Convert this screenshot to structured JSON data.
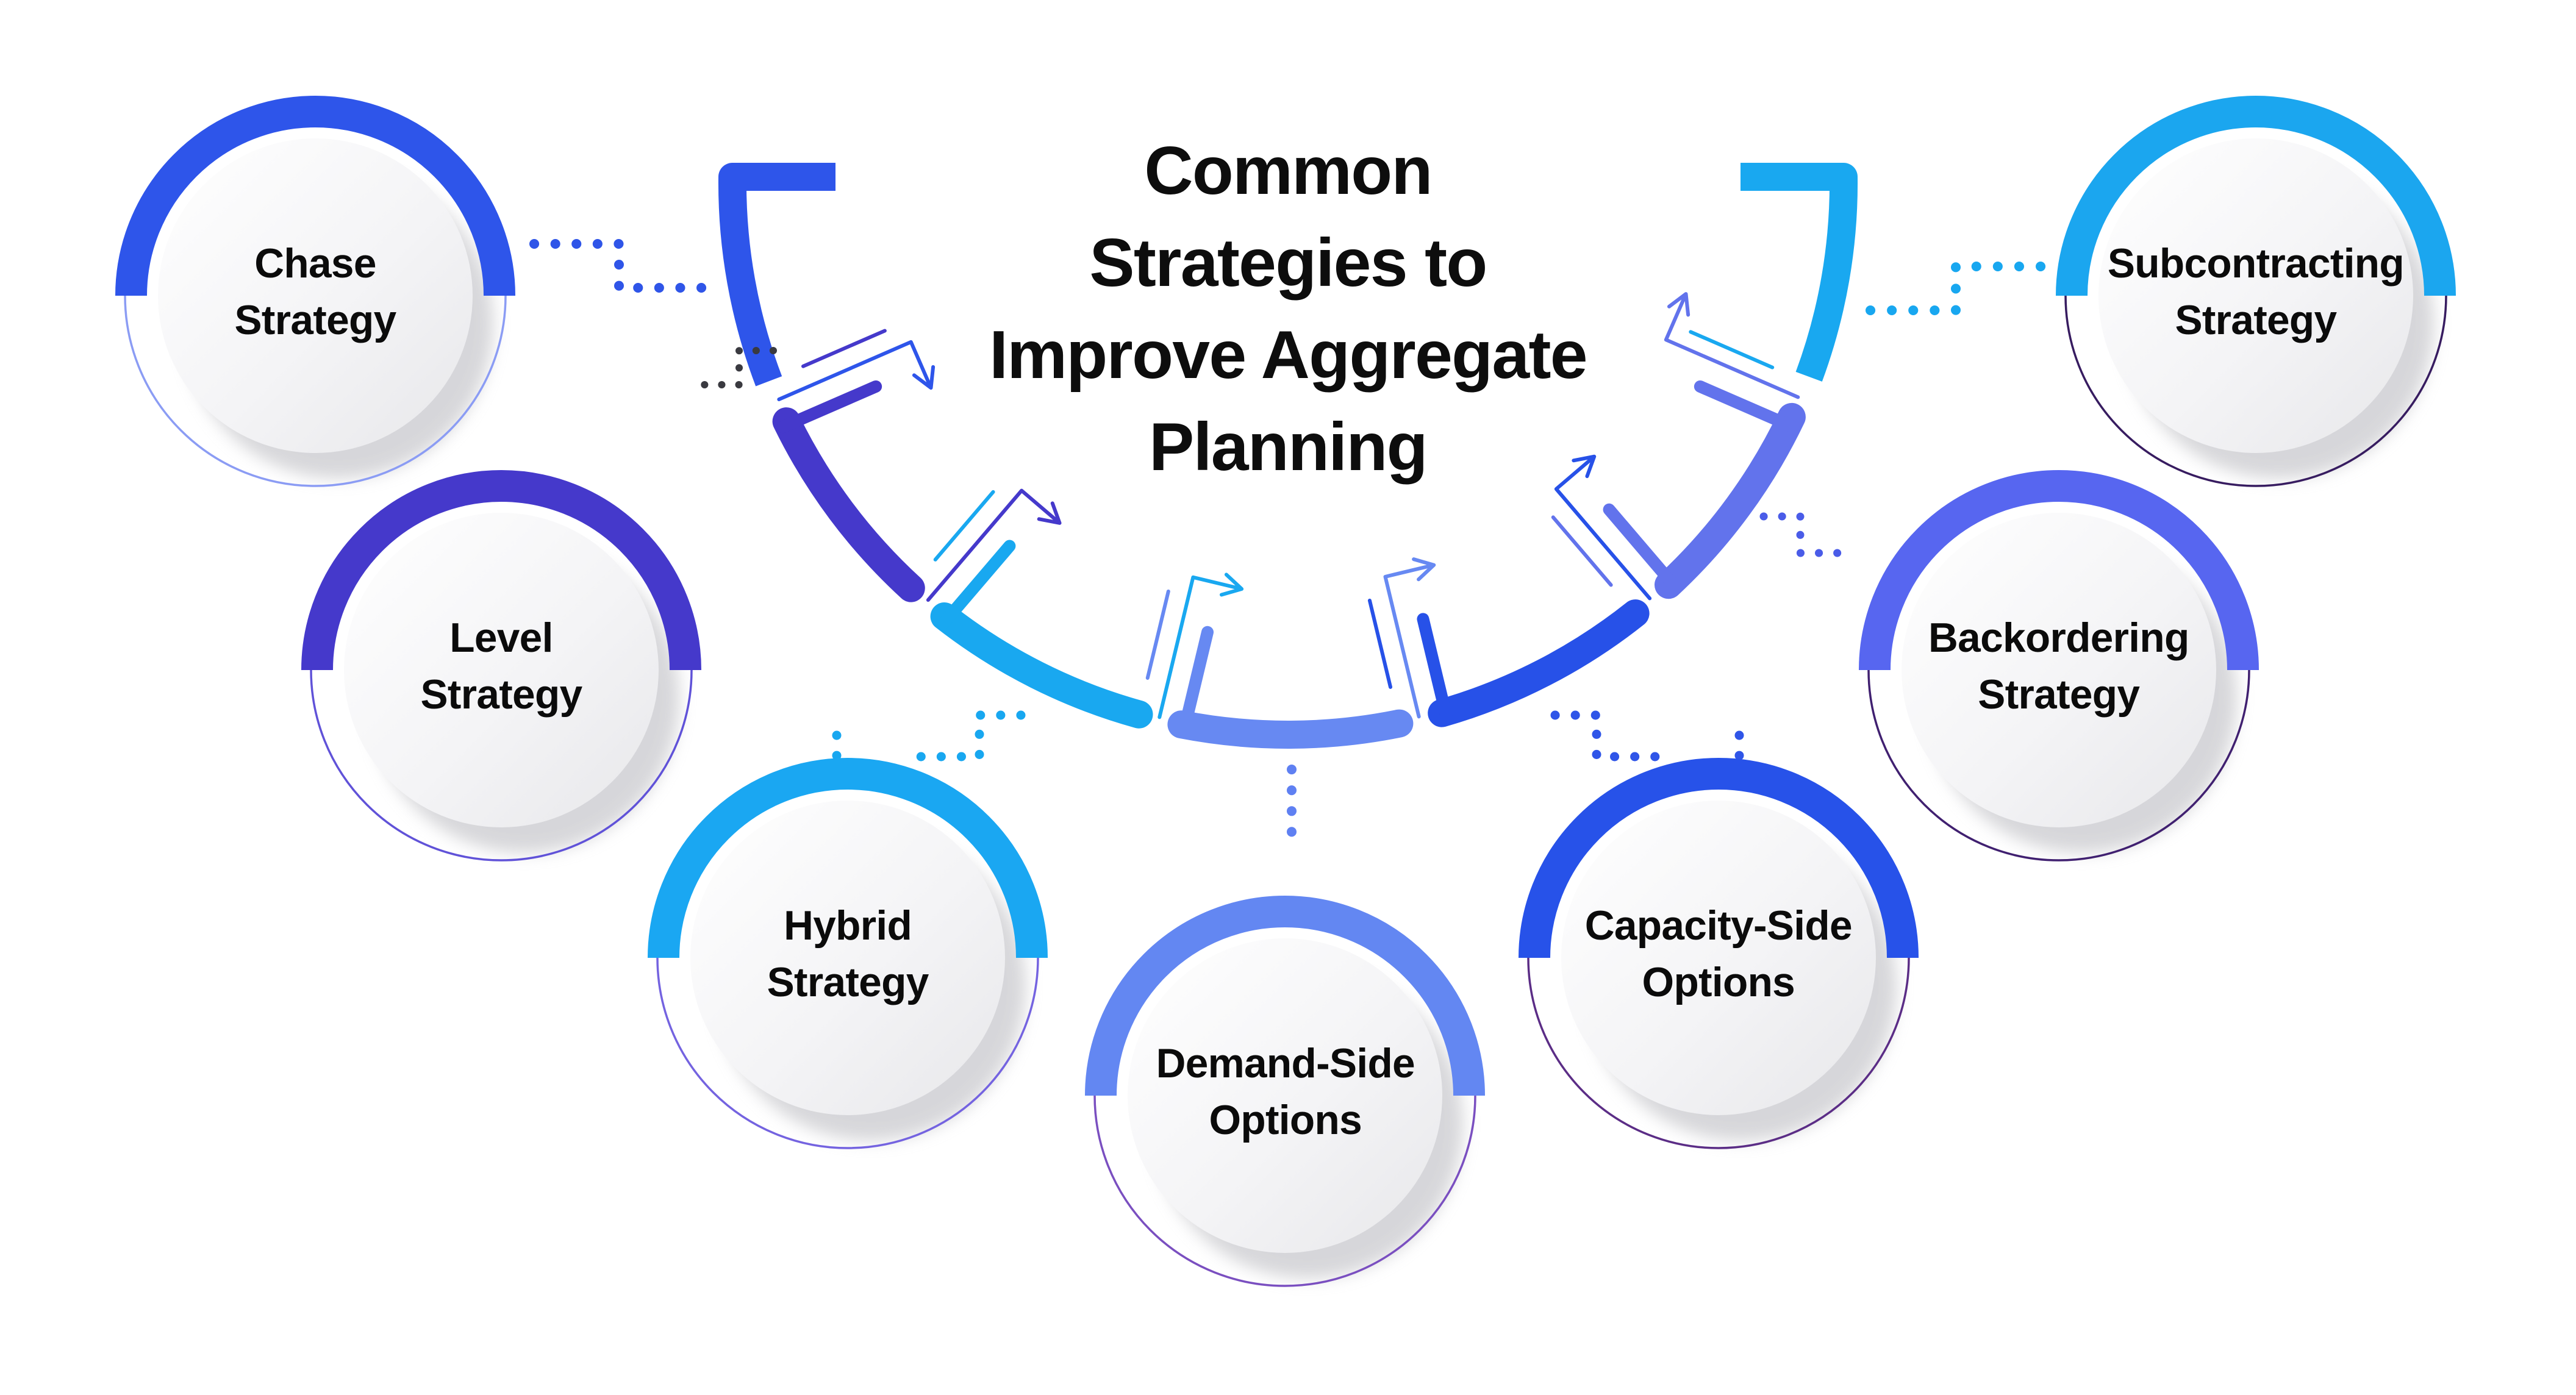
{
  "title": {
    "lines": [
      "Common",
      "Strategies to",
      "Improve Aggregate",
      "Planning"
    ]
  },
  "nodes": [
    {
      "id": "chase-strategy",
      "line1": "Chase",
      "line2": "Strategy",
      "arc_color": "#2E55EA",
      "ring_color": "#8B9CF4",
      "dot_color": "#2F55E8"
    },
    {
      "id": "level-strategy",
      "line1": "Level",
      "line2": "Strategy",
      "arc_color": "#4539CB",
      "ring_color": "#6052D8",
      "dot_color": "#3A3A40"
    },
    {
      "id": "hybrid-strategy",
      "line1": "Hybrid",
      "line2": "Strategy",
      "arc_color": "#1AA7F2",
      "ring_color": "#7463E0",
      "dot_color": "#18A7F0"
    },
    {
      "id": "demand-side-options",
      "line1": "Demand-Side",
      "line2": "Options",
      "arc_color": "#6387F2",
      "ring_color": "#7A4FC0",
      "dot_color": "#5F80F2"
    },
    {
      "id": "capacity-side-options",
      "line1": "Capacity-Side",
      "line2": "Options",
      "arc_color": "#2752E9",
      "ring_color": "#5B2D86",
      "dot_color": "#2F55E8"
    },
    {
      "id": "backordering-strategy",
      "line1": "Backordering",
      "line2": "Strategy",
      "arc_color": "#5766F0",
      "ring_color": "#402070",
      "dot_color": "#4A5CE8"
    },
    {
      "id": "subcontracting-strategy",
      "line1": "Subcontracting",
      "line2": "Strategy",
      "arc_color": "#1BA6EF",
      "ring_color": "#371C60",
      "dot_color": "#18A7F0"
    }
  ],
  "arc": {
    "segments": [
      {
        "color": "#2E55EA"
      },
      {
        "color": "#4539CB"
      },
      {
        "color": "#19A8F0"
      },
      {
        "color": "#6789F2"
      },
      {
        "color": "#2751E8"
      },
      {
        "color": "#6273EC"
      },
      {
        "color": "#19A8F0"
      }
    ],
    "junctions": [
      {
        "shaft_color": "#2E55EA",
        "hook_color": "#4539CB",
        "accent_color": "#4539CB"
      },
      {
        "shaft_color": "#4539CB",
        "hook_color": "#19A8F0",
        "accent_color": "#19A8F0"
      },
      {
        "shaft_color": "#19A8F0",
        "hook_color": "#6789F2",
        "accent_color": "#6789F2"
      },
      {
        "shaft_color": "#6789F2",
        "hook_color": "#2751E8",
        "accent_color": "#2751E8"
      },
      {
        "shaft_color": "#2751E8",
        "hook_color": "#6273EC",
        "accent_color": "#6273EC"
      },
      {
        "shaft_color": "#6273EC",
        "hook_color": "#6273EC",
        "accent_color": "#19A8F0"
      }
    ],
    "background_color": "#FFFFFF",
    "shadow_color": "#D0D0D4"
  }
}
